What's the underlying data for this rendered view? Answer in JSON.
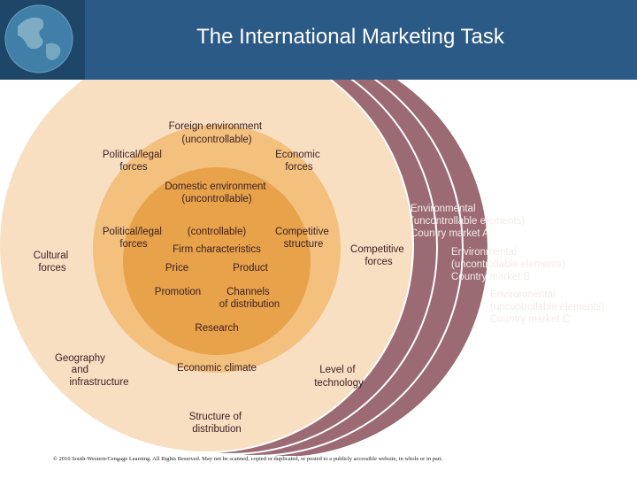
{
  "title": "The International Marketing Task",
  "diagram": {
    "foreign_environment": [
      "Foreign environment",
      "(uncontrollable)"
    ],
    "political_legal_outer": [
      "Political/legal",
      "forces"
    ],
    "economic_forces": [
      "Economic",
      "forces"
    ],
    "cultural_forces": [
      "Cultural",
      "forces"
    ],
    "competitive_forces": [
      "Competitive",
      "forces"
    ],
    "geography": [
      "Geography",
      "and",
      "infrastructure"
    ],
    "level_of_technology": [
      "Level of",
      "technology"
    ],
    "structure_of_distribution": [
      "Structure of",
      "distribution"
    ],
    "domestic_environment": [
      "Domestic environment",
      "(uncontrollable)"
    ],
    "political_legal_inner": [
      "Political/legal",
      "forces"
    ],
    "competitive_structure": [
      "Competitive",
      "structure"
    ],
    "economic_climate": "Economic climate",
    "controllable": "(controllable)",
    "firm_characteristics": "Firm characteristics",
    "price": "Price",
    "product": "Product",
    "promotion": "Promotion",
    "channels": [
      "Channels",
      "of distribution"
    ],
    "research": "Research",
    "market_a": [
      "Environmental",
      "(uncontrollable elements)",
      "Country market A"
    ],
    "market_b": [
      "Environmental",
      "(uncontrollable elements)",
      "Country market B"
    ],
    "market_c": [
      "Environmental",
      "(uncontrollable elements)",
      "Country market C"
    ]
  },
  "copyright": "© 2010 South-Western/Cengage Learning. All Rights Reserved. May not be scanned, copied or duplicated, or posted to a publicly accessible website, in whole or in part.",
  "colors": {
    "header": "#2c5a86",
    "outer_ring": "#f9dfc2",
    "middle_ring": "#f3c07e",
    "inner_circle": "#e7a24a",
    "market_circles": "#9b6a73"
  }
}
